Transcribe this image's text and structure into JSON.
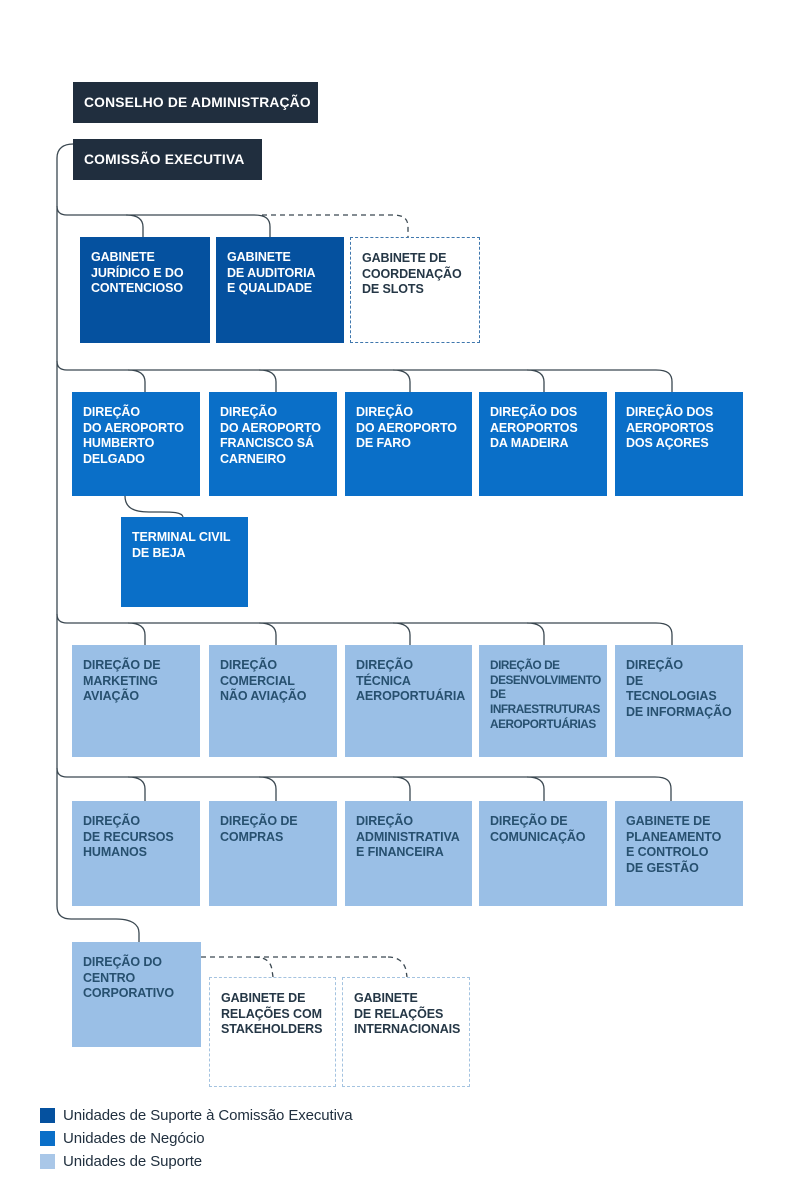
{
  "palette": {
    "header_navy": "#202e3e",
    "support_exec_blue": "#05519f",
    "business_blue": "#0a6fc8",
    "support_light_blue": "#9abfe6",
    "dashed_border_blue": "#3f77ad",
    "dashed_border_light_blue": "#a4c3e0",
    "connector_line": "#3a4750"
  },
  "governance": {
    "board": "CONSELHO DE ADMINISTRAÇÃO",
    "executive_committee": "COMISSÃO EXECUTIVA"
  },
  "units": {
    "support_exec": [
      {
        "label": "GABINETE\nJURÍDICO E DO\nCONTENCIOSO"
      },
      {
        "label": "GABINETE\nDE AUDITORIA\nE QUALIDADE"
      },
      {
        "label": "GABINETE DE\nCOORDENAÇÃO\nDE SLOTS"
      }
    ],
    "business": [
      {
        "label": "DIREÇÃO\nDO AEROPORTO\nHUMBERTO\nDELGADO"
      },
      {
        "label": "DIREÇÃO\nDO AEROPORTO\nFRANCISCO SÁ\nCARNEIRO"
      },
      {
        "label": "DIREÇÃO\nDO AEROPORTO\nDE FARO"
      },
      {
        "label": "DIREÇÃO DOS\nAEROPORTOS\nDA MADEIRA"
      },
      {
        "label": "DIREÇÃO DOS\nAEROPORTOS\nDOS AÇORES"
      }
    ],
    "beja": {
      "label": "TERMINAL CIVIL\nDE BEJA"
    },
    "support_row1": [
      {
        "label": "DIREÇÃO DE\nMARKETING\nAVIAÇÃO"
      },
      {
        "label": "DIREÇÃO\nCOMERCIAL\nNÃO AVIAÇÃO"
      },
      {
        "label": "DIREÇÃO\nTÉCNICA\nAEROPORTUÁRIA"
      },
      {
        "label": "DIREÇÃO DE\nDESENVOLVIMENTO\nDE\nINFRAESTRUTURAS\nAEROPORTUÁRIAS"
      },
      {
        "label": "DIREÇÃO\nDE TECNOLOGIAS\nDE INFORMAÇÃO"
      }
    ],
    "support_row2": [
      {
        "label": "DIREÇÃO\nDE RECURSOS\nHUMANOS"
      },
      {
        "label": "DIREÇÃO DE\nCOMPRAS"
      },
      {
        "label": "DIREÇÃO\nADMINISTRATIVA\nE FINANCEIRA"
      },
      {
        "label": "DIREÇÃO DE\nCOMUNICAÇÃO"
      },
      {
        "label": "GABINETE DE\nPLANEAMENTO\nE CONTROLO\nDE GESTÃO"
      }
    ],
    "corporate": {
      "label": "DIREÇÃO DO\nCENTRO\nCORPORATIVO"
    },
    "corporate_offices": [
      {
        "label": "GABINETE DE\nRELAÇÕES COM\nSTAKEHOLDERS"
      },
      {
        "label": "GABINETE\nDE RELAÇÕES\nINTERNACIONAIS"
      }
    ]
  },
  "legend": [
    {
      "label": "Unidades de Suporte à Comissão Executiva",
      "color": "#05519f"
    },
    {
      "label": "Unidades de Negócio",
      "color": "#0a6fc8"
    },
    {
      "label": "Unidades de Suporte",
      "color": "#a9c7e8"
    }
  ]
}
